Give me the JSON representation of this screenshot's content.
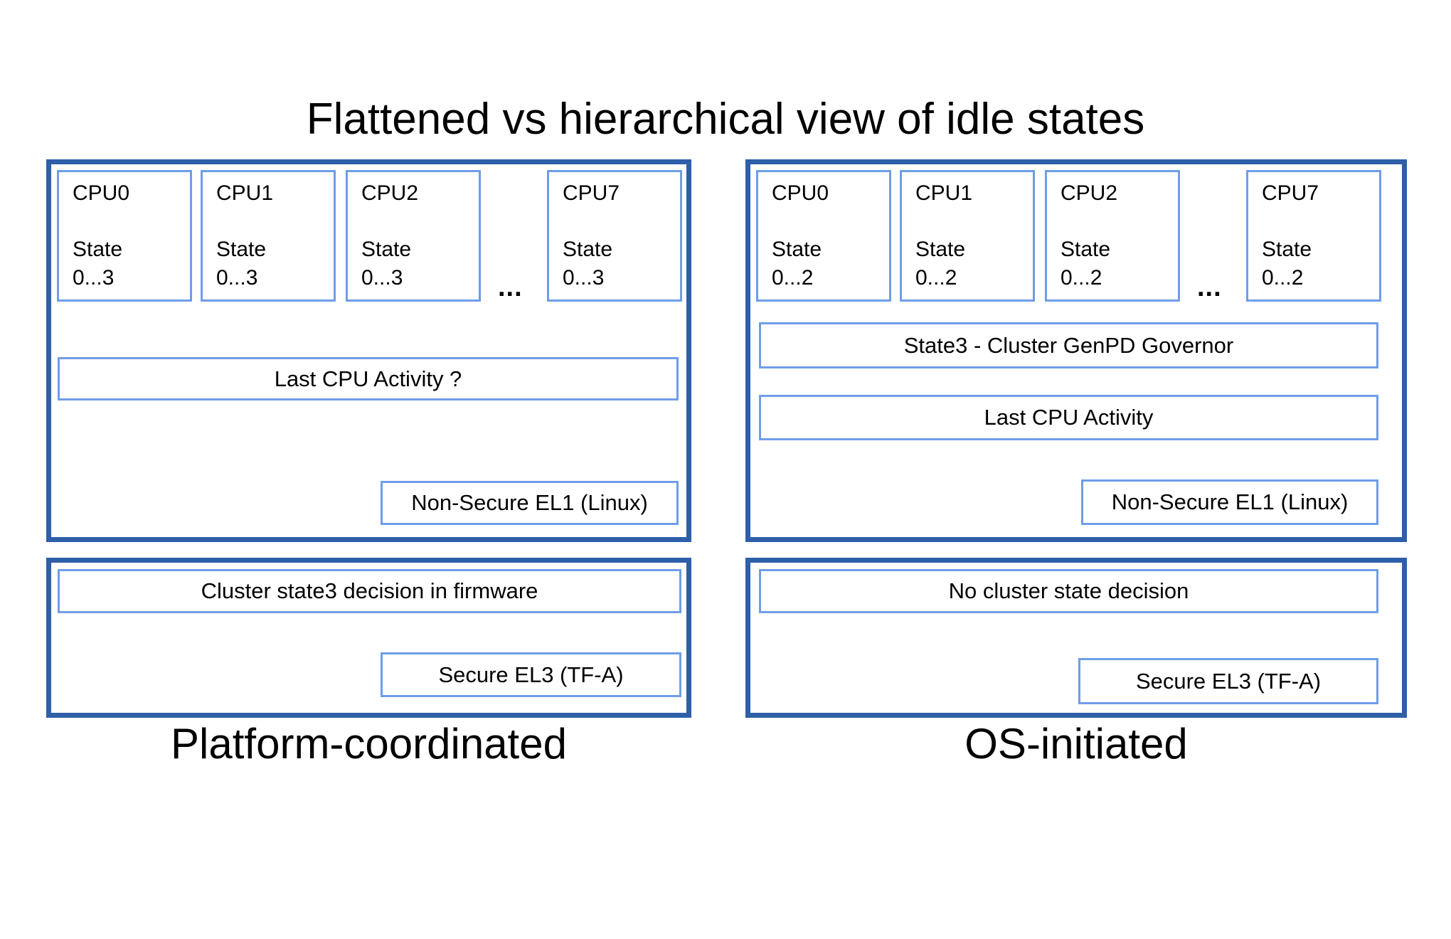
{
  "page": {
    "title": "Flattened vs hierarchical view of idle states"
  },
  "colors": {
    "panel_border": "#2e5fa8",
    "box_border": "#6f9de8",
    "text": "#000000",
    "background": "#ffffff"
  },
  "left": {
    "caption": "Platform-coordinated",
    "cpus": [
      "CPU0",
      "CPU1",
      "CPU2",
      "CPU7"
    ],
    "ellipsis": "...",
    "state_label": "State",
    "state_range": "0...3",
    "last_cpu_activity": "Last CPU Activity ?",
    "el1": "Non-Secure EL1 (Linux)",
    "cluster_decision": "Cluster state3 decision in firmware",
    "el3": "Secure EL3 (TF-A)"
  },
  "right": {
    "caption": "OS-initiated",
    "cpus": [
      "CPU0",
      "CPU1",
      "CPU2",
      "CPU7"
    ],
    "ellipsis": "...",
    "state_label": "State",
    "state_range": "0...2",
    "governor": "State3 - Cluster GenPD Governor",
    "last_cpu_activity": "Last CPU Activity",
    "el1": "Non-Secure EL1 (Linux)",
    "cluster_decision": "No cluster state decision",
    "el3": "Secure EL3 (TF-A)"
  }
}
